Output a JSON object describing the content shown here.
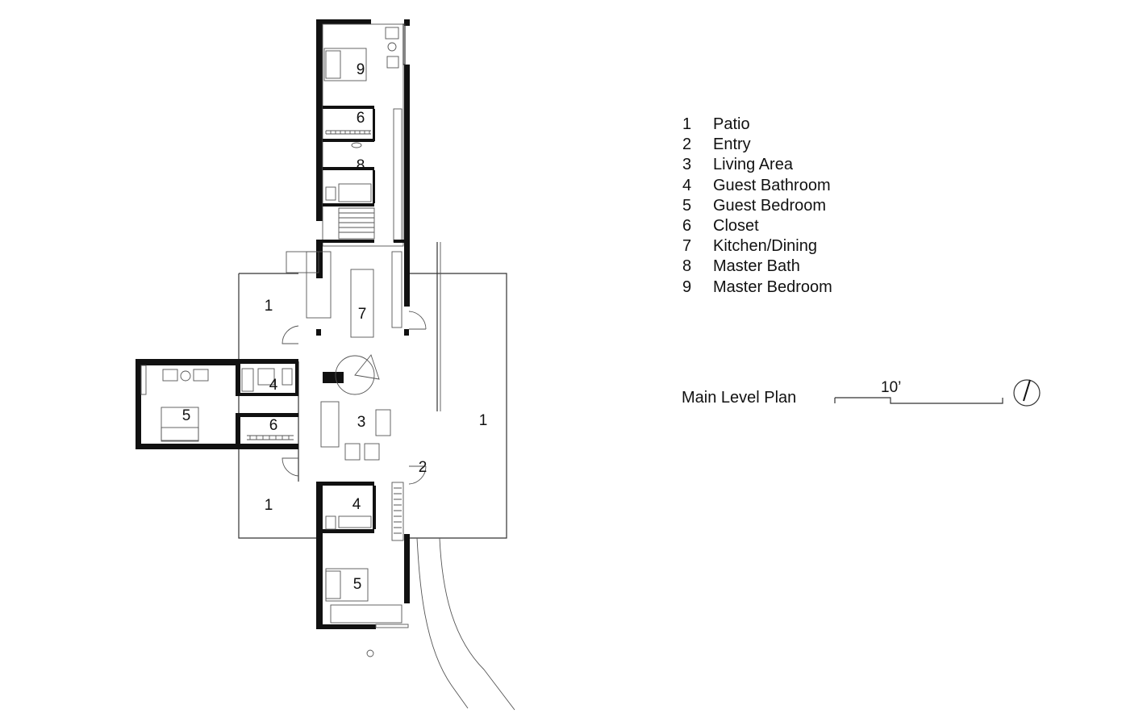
{
  "legend": {
    "items": [
      {
        "number": "1",
        "label": "Patio"
      },
      {
        "number": "2",
        "label": "Entry"
      },
      {
        "number": "3",
        "label": "Living Area"
      },
      {
        "number": "4",
        "label": "Guest Bathroom"
      },
      {
        "number": "5",
        "label": "Guest Bedroom"
      },
      {
        "number": "6",
        "label": "Closet"
      },
      {
        "number": "7",
        "label": "Kitchen/Dining"
      },
      {
        "number": "8",
        "label": "Master Bath"
      },
      {
        "number": "9",
        "label": "Master Bedroom"
      }
    ]
  },
  "plan": {
    "title": "Main Level Plan",
    "scale_label": "10’",
    "north_icon": "north-arrow-icon",
    "room_labels": {
      "patio_west_upper": "1",
      "patio_west_lower": "1",
      "patio_east": "1",
      "entry": "2",
      "living": "3",
      "guest_bath_west": "4",
      "guest_bath_south": "4",
      "guest_bed_west": "5",
      "guest_bed_south": "5",
      "closet_west": "6",
      "closet_master": "6",
      "kitchen": "7",
      "master_bath": "8",
      "master_bed": "9"
    }
  },
  "colors": {
    "walls": "#111111",
    "lines": "#333333",
    "background": "#ffffff"
  }
}
